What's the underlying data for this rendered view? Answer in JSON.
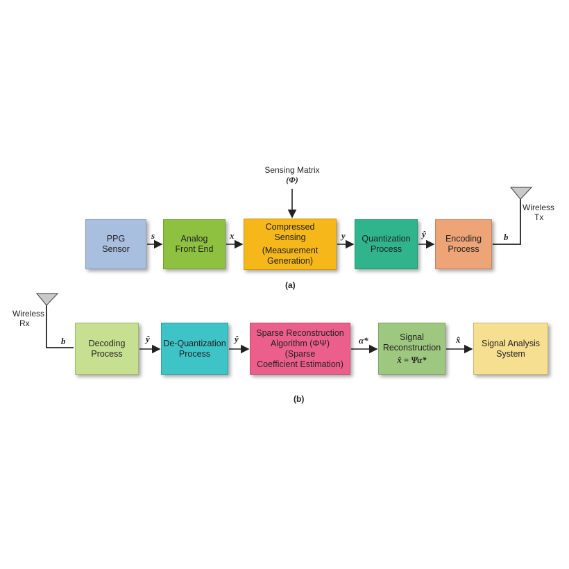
{
  "top": {
    "sensing_matrix": "Sensing Matrix",
    "phi": "(Φ)",
    "boxes": {
      "ppg": [
        "PPG",
        "Sensor"
      ],
      "afe": [
        "Analog",
        "Front End"
      ],
      "cs": [
        "Compressed",
        "Sensing",
        "(Measurement",
        "Generation)"
      ],
      "quant": [
        "Quantization",
        "Process"
      ],
      "enc": [
        "Encoding",
        "Process"
      ]
    },
    "signals": {
      "s": "s",
      "x": "x",
      "y": "y",
      "yhat": "ŷ",
      "b": "b"
    },
    "wireless": [
      "Wireless",
      "Tx"
    ],
    "caption": "(a)"
  },
  "bottom": {
    "boxes": {
      "dec": [
        "Decoding",
        "Process"
      ],
      "dequant": [
        "De-Quantization",
        "Process"
      ],
      "sparse": [
        "Sparse Reconstruction",
        "Algorithm (ΦΨ)",
        "(Sparse",
        "Coefficient Estimation)"
      ],
      "recon": [
        "Signal",
        "Reconstruction",
        "x̂ = Ψα*"
      ],
      "analysis": [
        "Signal Analysis",
        "System"
      ]
    },
    "signals": {
      "b": "b",
      "yhat1": "ŷ",
      "yhat2": "ŷ",
      "alpha": "α*",
      "xhat": "x̂"
    },
    "wireless": [
      "Wireless",
      "Rx"
    ],
    "caption": "(b)"
  },
  "colors": {
    "ppg": "#a9bfdf",
    "afe": "#8dc13f",
    "cs": "#f5b719",
    "quant": "#2fb48b",
    "enc": "#eda477",
    "dec": "#c6df90",
    "dequant": "#3ec3c7",
    "sparse": "#ec5f8c",
    "recon": "#9ec77f",
    "analysis": "#f6df91"
  }
}
